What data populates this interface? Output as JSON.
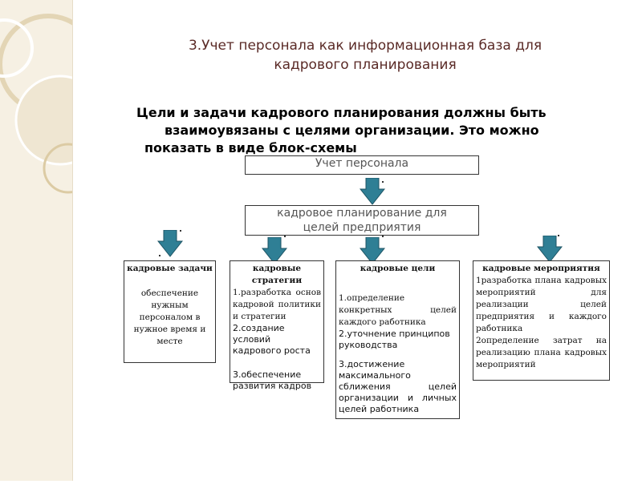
{
  "title_line1": "3.Учет персонала как информационная база для",
  "title_line2": "кадрового планирования",
  "subtitle_line1": "Цели и задачи кадрового планирования должны быть",
  "subtitle_line2": "взаимоувязаны с целями организации. Это можно",
  "subtitle_line3": "показать в виде блок-схемы",
  "box_personnel": "Учет персонала",
  "box_planning_line1": "кадровое планирование для",
  "box_planning_line2": "целей предприятия",
  "tasks": {
    "header": "кадровые задачи",
    "text": "обеспечение нужным персоналом в нужное время и месте"
  },
  "strategies": {
    "header": "кадровые стратегии",
    "item1": "1.разработка основ кадровой политики и стратегии",
    "item2": "2.создание условий кадрового роста",
    "item3": "3.обеспечение развития кадров"
  },
  "goals": {
    "header": "кадровые цели",
    "item1": "1.определение конкретных целей каждого работника",
    "item2": "2.уточнение принципов руководства",
    "item3": "3.достижение максимального сближения целей организации и личных целей работника"
  },
  "measures": {
    "header": "кадровые мероприятия",
    "item1": "1разработка плана кадровых мероприятий для реализации целей предприятия и каждого работника",
    "item2": "2определение затрат на реализацию плана кадровых мероприятий"
  },
  "colors": {
    "arrow": "#2f7f95",
    "title": "#5a2a26"
  }
}
